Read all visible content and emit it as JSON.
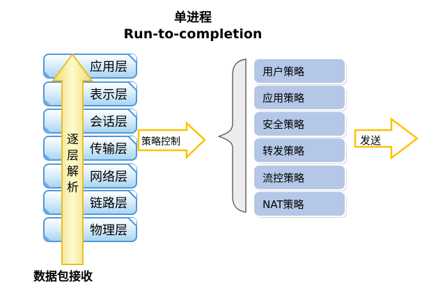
{
  "title": {
    "line1": "单进程",
    "line2": "Run-to-completion"
  },
  "osi": {
    "layers": [
      "应用层",
      "表示层",
      "会话层",
      "传输层",
      "网络层",
      "链路层",
      "物理层"
    ],
    "arrow_label": "逐层解析",
    "bottom_label": "数据包接收"
  },
  "flow": {
    "policy_control_label": "策略控制",
    "send_label": "发送"
  },
  "policies": {
    "items": [
      "用户策略",
      "应用策略",
      "安全策略",
      "转发策略",
      "流控策略",
      "NAT策略"
    ]
  },
  "colors": {
    "layer_border": "#4e97dc",
    "layer_fill_top": "#fdfeff",
    "layer_fill_bottom": "#a9d5f3",
    "up_arrow_fill": "#fdfacd",
    "up_arrow_border": "#ebbe24",
    "flow_arrow_border": "#ffc000",
    "flow_arrow_fill": "#ffffff",
    "policy_fill": "#b4c7e7",
    "brace_fill": "#ededed",
    "text": "#000000"
  }
}
